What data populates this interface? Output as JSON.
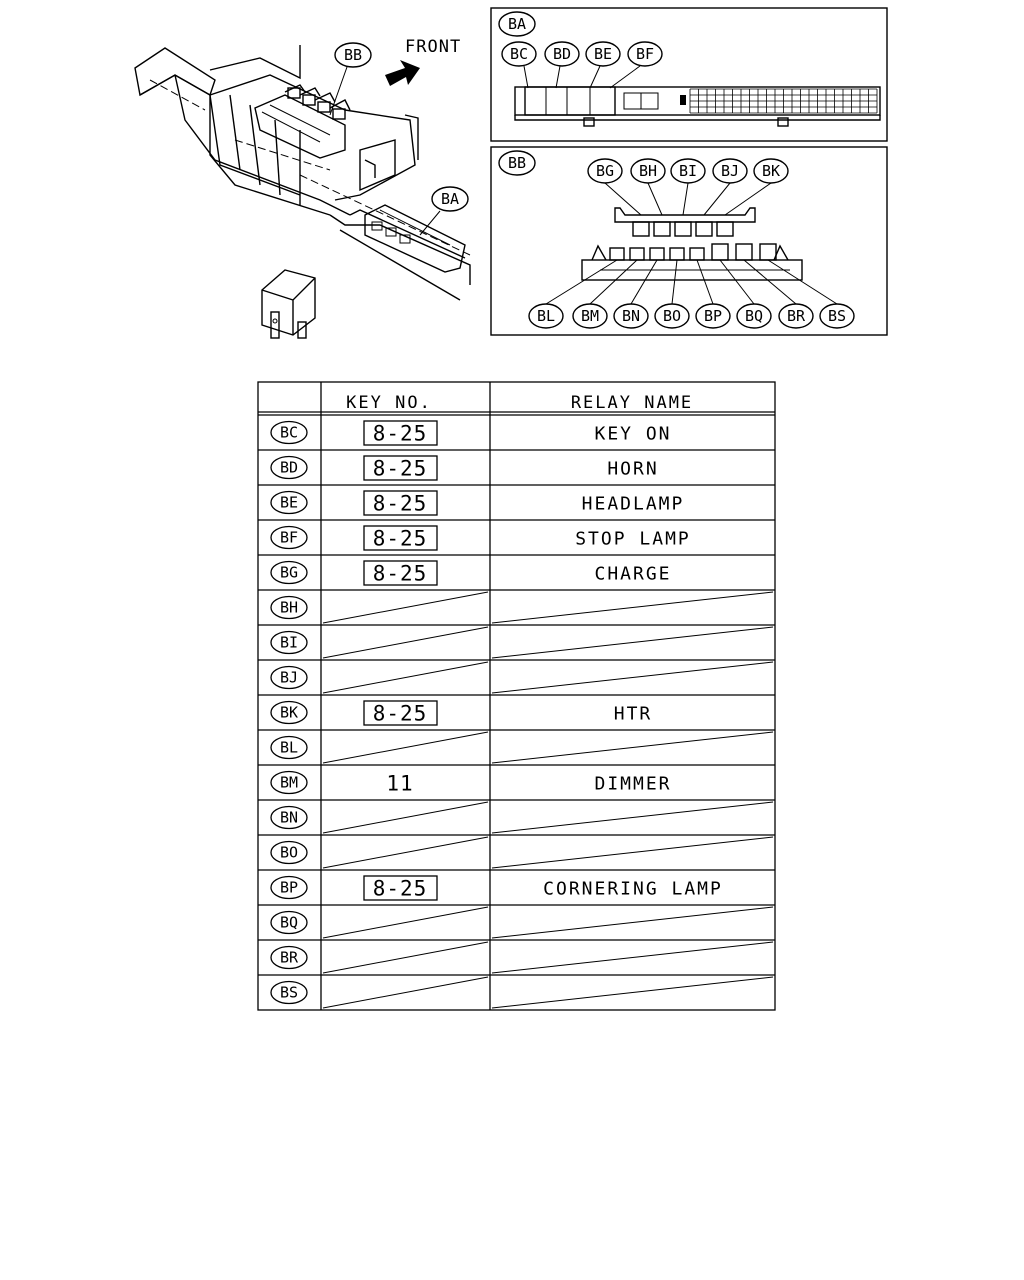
{
  "overview": {
    "front_label": "FRONT",
    "callout_bb": "BB",
    "callout_ba": "BA"
  },
  "panel_ba": {
    "title": "BA",
    "slots": [
      "BC",
      "BD",
      "BE",
      "BF"
    ]
  },
  "panel_bb": {
    "title": "BB",
    "top_slots": [
      "BG",
      "BH",
      "BI",
      "BJ",
      "BK"
    ],
    "bottom_slots": [
      "BL",
      "BM",
      "BN",
      "BO",
      "BP",
      "BQ",
      "BR",
      "BS"
    ]
  },
  "table": {
    "headers": [
      "",
      "KEY NO.",
      "RELAY NAME"
    ],
    "rows": [
      {
        "code": "BC",
        "key": "8-25",
        "boxed": true,
        "name": "KEY ON"
      },
      {
        "code": "BD",
        "key": "8-25",
        "boxed": true,
        "name": "HORN"
      },
      {
        "code": "BE",
        "key": "8-25",
        "boxed": true,
        "name": "HEADLAMP"
      },
      {
        "code": "BF",
        "key": "8-25",
        "boxed": true,
        "name": "STOP LAMP"
      },
      {
        "code": "BG",
        "key": "8-25",
        "boxed": true,
        "name": "CHARGE"
      },
      {
        "code": "BH",
        "key": "",
        "boxed": false,
        "name": ""
      },
      {
        "code": "BI",
        "key": "",
        "boxed": false,
        "name": ""
      },
      {
        "code": "BJ",
        "key": "",
        "boxed": false,
        "name": ""
      },
      {
        "code": "BK",
        "key": "8-25",
        "boxed": true,
        "name": "HTR"
      },
      {
        "code": "BL",
        "key": "",
        "boxed": false,
        "name": ""
      },
      {
        "code": "BM",
        "key": "11",
        "boxed": false,
        "name": "DIMMER"
      },
      {
        "code": "BN",
        "key": "",
        "boxed": false,
        "name": ""
      },
      {
        "code": "BO",
        "key": "",
        "boxed": false,
        "name": ""
      },
      {
        "code": "BP",
        "key": "8-25",
        "boxed": true,
        "name": "CORNERING LAMP"
      },
      {
        "code": "BQ",
        "key": "",
        "boxed": false,
        "name": ""
      },
      {
        "code": "BR",
        "key": "",
        "boxed": false,
        "name": ""
      },
      {
        "code": "BS",
        "key": "",
        "boxed": false,
        "name": ""
      }
    ]
  }
}
